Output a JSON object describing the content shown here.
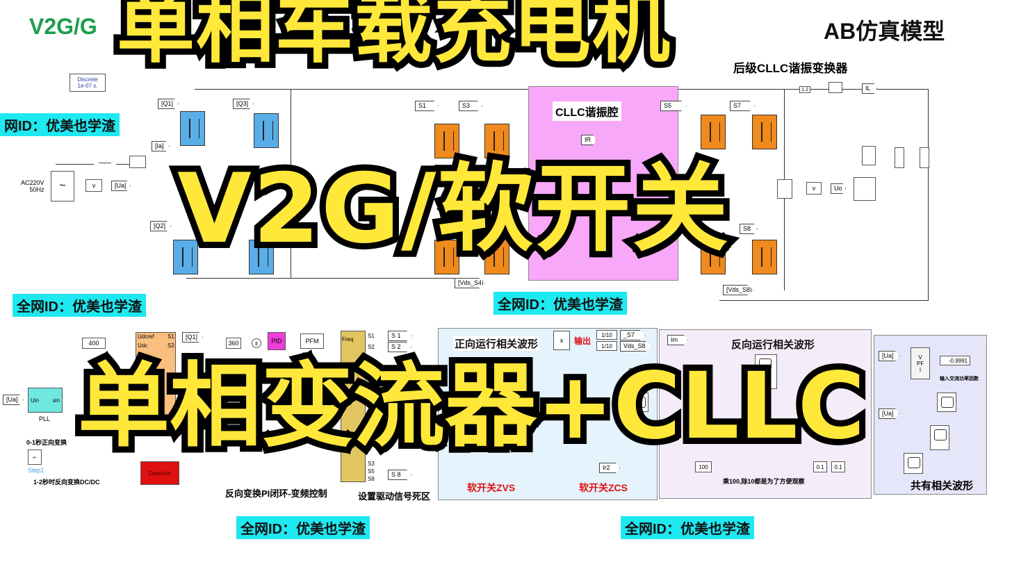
{
  "header": {
    "title_left": "V2G/G",
    "title_right": "AB仿真模型",
    "subtitle_right": "后级CLLC谐振变换器"
  },
  "solver": {
    "line1": "Discrete",
    "line2": "1e-07 s."
  },
  "source": {
    "label1": "AC220V",
    "label2": "50Hz"
  },
  "resonant": {
    "title": "CLLC谐振腔"
  },
  "tags": {
    "q1": "[Q1]",
    "q2": "[Q2]",
    "q3": "[Q3]",
    "s1": "S1",
    "s3": "S3",
    "s5": "S5",
    "s7": "S7",
    "s8": "S8",
    "ia": "[Ia]",
    "ua": "[Ua]",
    "ir": "IR",
    "il": "IL",
    "uo": "Uo",
    "vds_s4": "[Vds_S4]",
    "vds_s8": "[Vds_S8]",
    "gain": "1.2"
  },
  "watermark": "全网ID：优美也学渣",
  "watermark_cut": "网ID：优美也学渣",
  "control": {
    "const400": "400",
    "udcref": "Udcref",
    "udc": "Udc",
    "out_s1": "S1",
    "out_s2": "S2",
    "tag_q1": "[Q1]",
    "pll_in": "[Ua]",
    "pll_uin": "Uin",
    "pll_sin": "sin",
    "pll": "PLL",
    "note1": "0-1秒正向变换",
    "step": "Step1",
    "note2": "1-2秒时反向变换DC/DC",
    "direction": "Direction",
    "const360": "360",
    "pid": "PID",
    "pfm": "PFM",
    "freq": "Freq",
    "dt_s1": "S1",
    "dt_s2": "S2",
    "dt_s3": "S3",
    "dt_s5": "S5",
    "dt_s8": "S8",
    "tag_s1": "S 1",
    "tag_s2": "S 2",
    "tag_s8": "S 8",
    "caption_pi": "反向变换PI闭环-变频控制",
    "caption_dead": "设置驱动信号死区"
  },
  "forward": {
    "title": "正向运行相关波形",
    "mult": "x",
    "out": "输出",
    "g1": "1/10",
    "g2": "1/10",
    "t1": "_S7",
    "t2": "Vds_S8",
    "ir2": "Ir2",
    "zvs": "软开关ZVS",
    "zcs": "软开关ZCS"
  },
  "reverse": {
    "title": "反向运行相关波形",
    "im": "Im",
    "g100": "100",
    "g01a": "0.1",
    "g01b": "0.1",
    "note": "乘100,除10都是为了方便观察"
  },
  "common": {
    "ua1": "[Ua]",
    "ua2": "[Ua]",
    "v": "V",
    "i": "I",
    "pf": "PF",
    "pf_value": "-0.9991",
    "pf_label": "输入交流功率因数",
    "title": "共有相关波形"
  },
  "overlay": {
    "line1": "单相车载充电机",
    "line2": "V2G/软开关",
    "line3": "单相变流器+CLLC"
  },
  "colors": {
    "overlay_fill": "#ffe83a",
    "watermark_bg": "#1ee8f0",
    "title_green": "#1a9e4a"
  }
}
